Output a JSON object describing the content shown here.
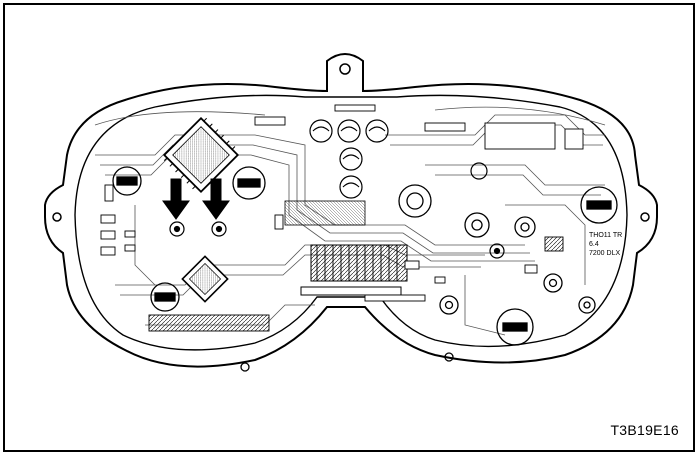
{
  "figure": {
    "code": "T3B19E16",
    "board_labels": [
      "THO11 TR",
      "6.4",
      "7200 DLX"
    ]
  },
  "colors": {
    "line": "#000000",
    "trace": "#555555",
    "background": "#ffffff"
  }
}
